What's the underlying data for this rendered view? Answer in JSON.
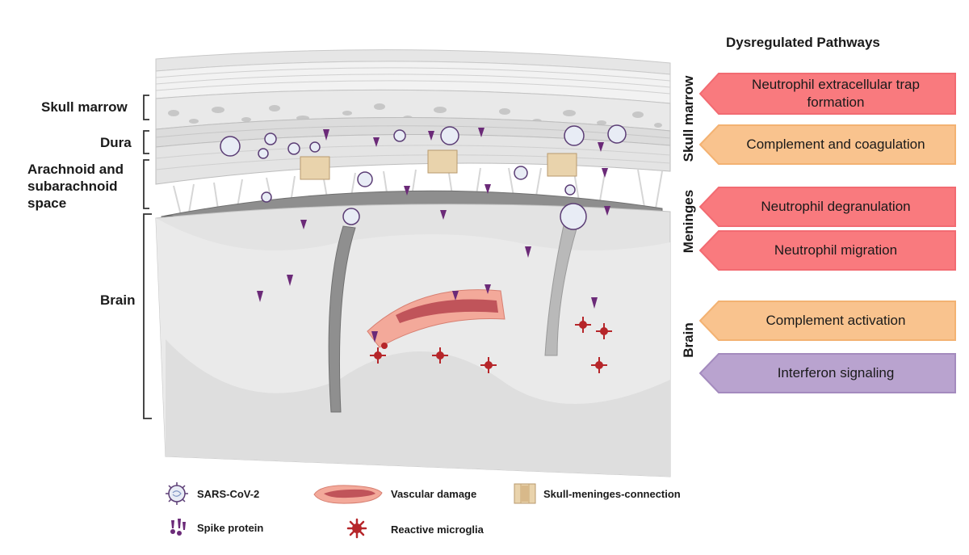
{
  "heading": "Dysregulated Pathways",
  "layers": {
    "skull_marrow": "Skull marrow",
    "dura": "Dura",
    "arachnoid_line1": "Arachnoid and",
    "arachnoid_line2": "subarachnoid",
    "arachnoid_line3": "space",
    "brain": "Brain"
  },
  "groups": {
    "skull_marrow": "Skull marrow",
    "meninges": "Meninges",
    "brain": "Brain"
  },
  "pathways": [
    {
      "line1": "Neutrophil extracellular trap",
      "line2": "formation",
      "color": "#f97a7e",
      "stroke": "#f26b72"
    },
    {
      "line1": "Complement and coagulation",
      "line2": "",
      "color": "#f9c38e",
      "stroke": "#f3b272"
    },
    {
      "line1": "Neutrophil degranulation",
      "line2": "",
      "color": "#f97a7e",
      "stroke": "#f26b72"
    },
    {
      "line1": "Neutrophil migration",
      "line2": "",
      "color": "#f97a7e",
      "stroke": "#f26b72"
    },
    {
      "line1": "Complement activation",
      "line2": "",
      "color": "#f9c38e",
      "stroke": "#f3b272"
    },
    {
      "line1": "Interferon signaling",
      "line2": "",
      "color": "#b9a3cf",
      "stroke": "#a48bbe"
    }
  ],
  "legend": {
    "sars": "SARS-CoV-2",
    "spike": "Spike protein",
    "vascular": "Vascular damage",
    "microglia": "Reactive microglia",
    "connection": "Skull-meninges-connection"
  }
}
